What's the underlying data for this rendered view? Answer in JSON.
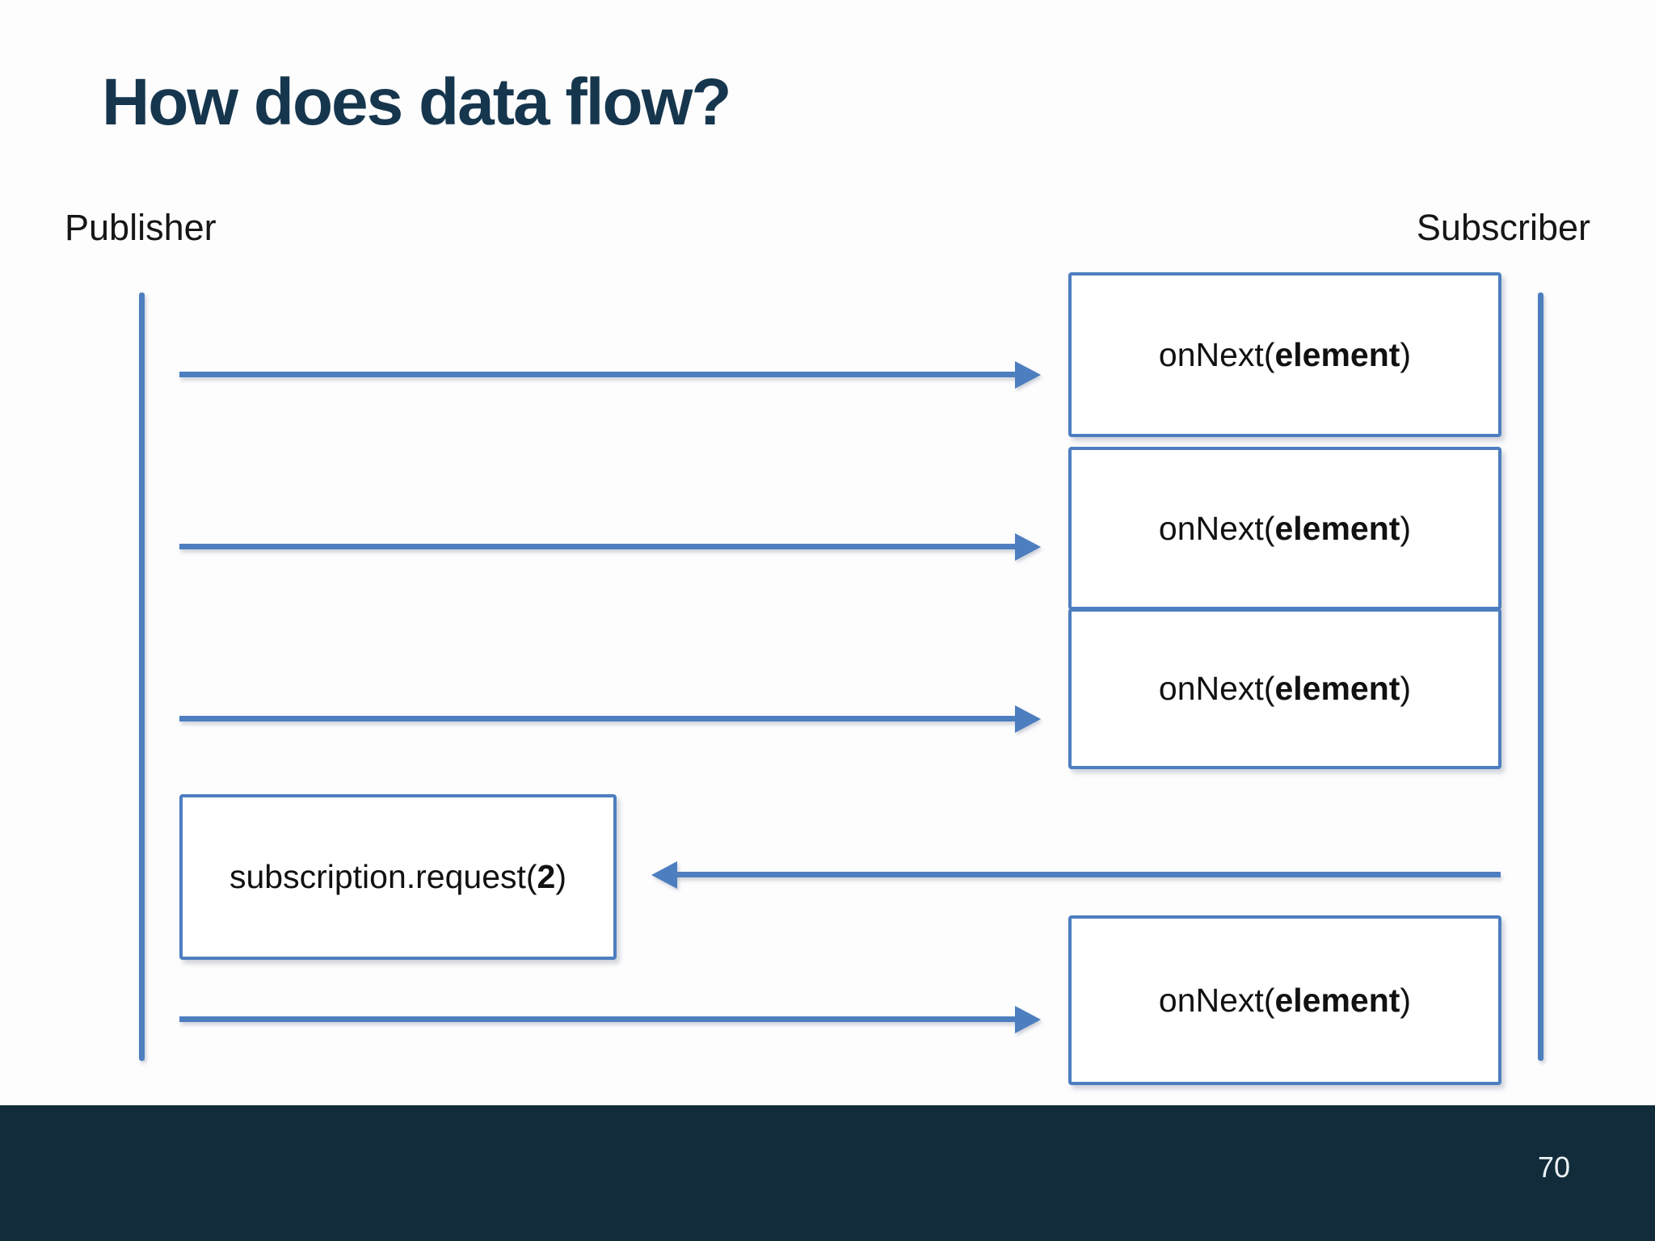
{
  "slide": {
    "title": "How does data flow?",
    "page_number": "70"
  },
  "lanes": {
    "publisher_label": "Publisher",
    "subscriber_label": "Subscriber"
  },
  "sequence": {
    "events": [
      {
        "type": "onNext",
        "direction": "publisher-to-subscriber",
        "prefix": "onNext(",
        "arg": "element",
        "suffix": ")"
      },
      {
        "type": "onNext",
        "direction": "publisher-to-subscriber",
        "prefix": "onNext(",
        "arg": "element",
        "suffix": ")"
      },
      {
        "type": "onNext",
        "direction": "publisher-to-subscriber",
        "prefix": "onNext(",
        "arg": "element",
        "suffix": ")"
      },
      {
        "type": "request",
        "direction": "subscriber-to-publisher",
        "prefix": "subscription.request(",
        "arg": "2",
        "suffix": ")"
      },
      {
        "type": "onNext",
        "direction": "publisher-to-subscriber",
        "prefix": "onNext(",
        "arg": "element",
        "suffix": ")"
      }
    ]
  },
  "colors": {
    "accent_blue": "#4d7ebf",
    "title_color": "#16364d",
    "footer_background": "#122c3b",
    "page_number_color": "#edf2f5",
    "text_color": "#1c1c1c"
  }
}
